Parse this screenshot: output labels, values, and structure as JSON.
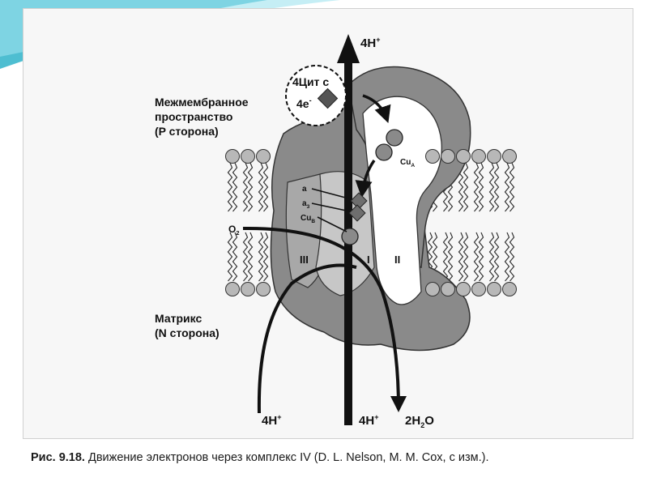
{
  "labels": {
    "proton_top": "4H",
    "proton_top_sup": "+",
    "cytc_line1": "4Цит с",
    "cytc_line2": "4e",
    "cytc_line2_sup": "-",
    "intermembrane_1": "Межмембранное",
    "intermembrane_2": "пространство",
    "intermembrane_3": "(P сторона)",
    "matrix_1": "Матрикс",
    "matrix_2": "(N сторона)",
    "cua": "Cu",
    "cua_sub": "A",
    "heme_a": "a",
    "heme_a3": "a",
    "heme_a3_sub": "3",
    "cub": "Cu",
    "cub_sub": "B",
    "o2": "O",
    "o2_sub": "2",
    "subunit_iii": "III",
    "subunit_i": "I",
    "subunit_ii": "II",
    "proton_bottom_left": "4H",
    "proton_bottom_left_sup": "+",
    "proton_bottom_mid": "4H",
    "proton_bottom_mid_sup": "+",
    "water": "2H",
    "water_sub": "2",
    "water_end": "O"
  },
  "caption": {
    "number": "Рис. 9.18.",
    "text": " Движение электронов через комплекс IV (D. L. Nelson, M. M. Cox, с изм.)."
  },
  "colors": {
    "protein": "#8a8a8a",
    "protein_dark": "#6e6e6e",
    "lipid_head": "#b8b8b8",
    "accent_teal": "#2fb3c9"
  }
}
